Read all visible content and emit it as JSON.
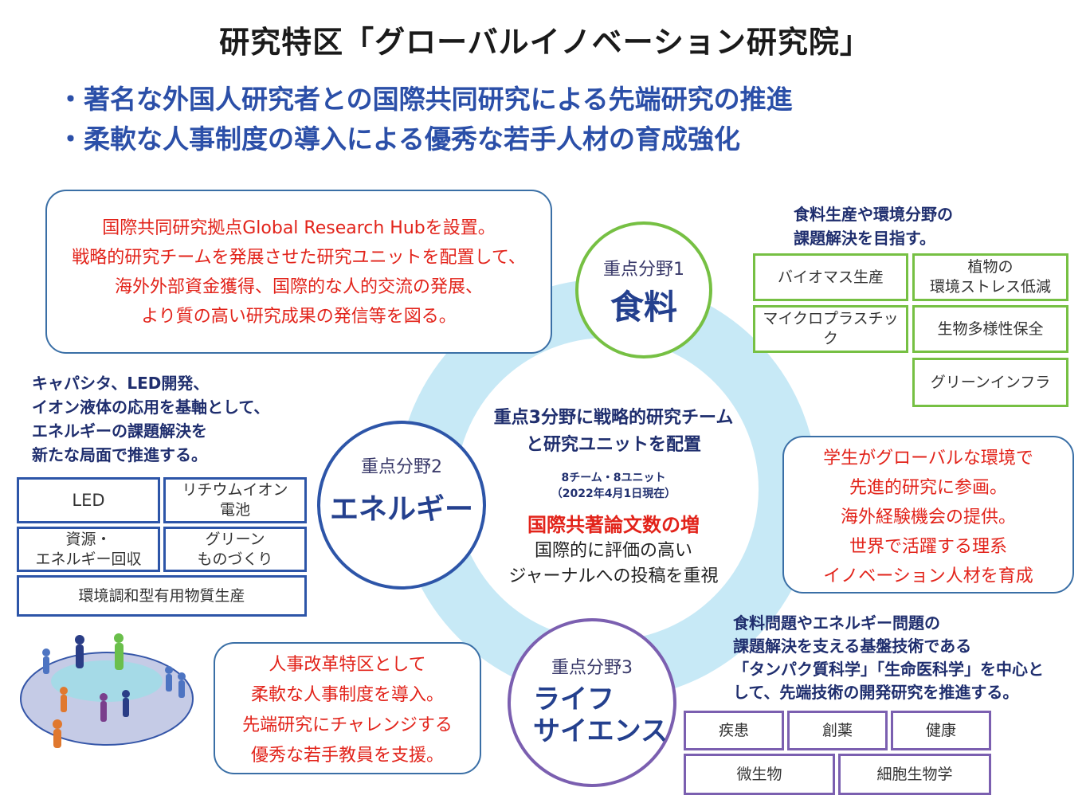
{
  "title": "研究特区「グローバルイノベーション研究院」",
  "bullets": [
    "・著名な外国人研究者との国際共同研究による先端研究の推進",
    "・柔軟な人事制度の導入による優秀な若手人材の育成強化"
  ],
  "hub_box": {
    "lines": [
      "国際共同研究拠点Global Research Hubを設置。",
      "戦略的研究チームを発展させた研究ユニットを配置して、",
      "海外外部資金獲得、国際的な人的交流の発展、",
      "より質の高い研究成果の発信等を図る。"
    ]
  },
  "center": {
    "heading_lines": [
      "重点3分野に戦略的研究チーム",
      "と研究ユニットを配置"
    ],
    "count": "8チーム・8ユニット",
    "date": "（2022年4月1日現在）",
    "highlight": "国際共著論文数の増",
    "desc_lines": [
      "国際的に評価の高い",
      "ジャーナルへの投稿を重視"
    ]
  },
  "food": {
    "label": "重点分野1",
    "name": "食料",
    "note_lines": [
      "食料生産や環境分野の",
      "課題解決を目指す。"
    ],
    "tags": [
      "バイオマス生産",
      "植物の\n環境ストレス低減",
      "マイクロプラスチック",
      "生物多様性保全",
      "グリーンインフラ"
    ]
  },
  "energy": {
    "label": "重点分野2",
    "name": "エネルギー",
    "note_lines": [
      "キャパシタ、LED開発、",
      "イオン液体の応用を基軸として、",
      "エネルギーの課題解決を",
      "新たな局面で推進する。"
    ],
    "tags": [
      "LED",
      "リチウムイオン\n電池",
      "資源・\nエネルギー回収",
      "グリーン\nものづくり",
      "環境調和型有用物質生産"
    ]
  },
  "life": {
    "label": "重点分野3",
    "name_lines": [
      "ライフ",
      "サイエンス"
    ],
    "note_lines": [
      "食料問題やエネルギー問題の",
      "課題解決を支える基盤技術である",
      "「タンパク質科学」「生命医科学」を中心と",
      "して、先端技術の開発研究を推進する。"
    ],
    "tags": [
      "疾患",
      "創薬",
      "健康",
      "微生物",
      "細胞生物学"
    ]
  },
  "student_box": {
    "lines": [
      "学生がグローバルな環境で",
      "先進的研究に参画。",
      "海外経験機会の提供。",
      "世界で活躍する理系",
      "イノベーション人材を育成"
    ]
  },
  "hr_box": {
    "lines": [
      "人事改革特区として",
      "柔軟な人事制度を導入。",
      "先端研究にチャレンジする",
      "優秀な若手教員を支援。"
    ]
  },
  "colors": {
    "title": "#1a1a1a",
    "bullet": "#2b4fa8",
    "red_text": "#e2231a",
    "ring": "#c7e9f6",
    "food": "#76c043",
    "energy": "#2d55a8",
    "life": "#7b5fb0",
    "note": "#1f2e6e"
  }
}
